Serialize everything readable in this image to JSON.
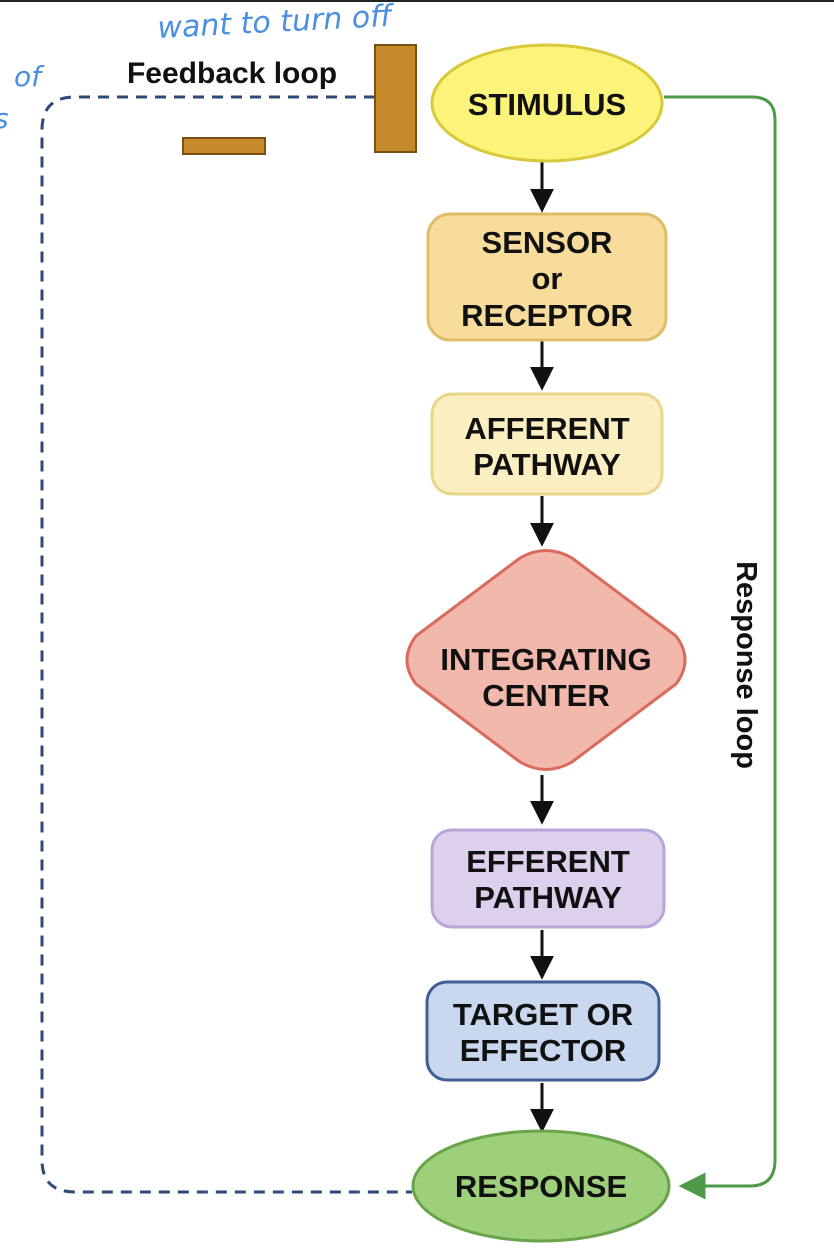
{
  "colors": {
    "stimulus_fill": "#fcf37a",
    "stimulus_stroke": "#d8c93a",
    "sensor_fill": "#f8dc9c",
    "sensor_stroke": "#e0bc6a",
    "afferent_fill": "#fbefc2",
    "afferent_stroke": "#e8d68a",
    "integrating_fill": "#f2b8ab",
    "integrating_stroke": "#d86b5c",
    "efferent_fill": "#dcd0ec",
    "efferent_stroke": "#b8a6d6",
    "target_fill": "#c9d8ee",
    "target_stroke": "#3f5f96",
    "response_fill": "#9ed07c",
    "response_stroke": "#6aa44a",
    "feedback_line": "#2e4a78",
    "response_loop_line": "#4e9a4a",
    "block": "#c78a2a",
    "block_stroke": "#7a5110",
    "handwriting": "#4a8fe0"
  },
  "nodes": {
    "stimulus": "STIMULUS",
    "sensor": [
      "SENSOR",
      "or",
      "RECEPTOR"
    ],
    "afferent": [
      "AFFERENT",
      "PATHWAY"
    ],
    "integrating": [
      "INTEGRATING",
      "CENTER"
    ],
    "efferent": [
      "EFFERENT",
      "PATHWAY"
    ],
    "target": [
      "TARGET OR",
      "EFFECTOR"
    ],
    "response": "RESPONSE"
  },
  "labels": {
    "feedback_loop": "Feedback loop",
    "response_loop": "Response loop"
  },
  "annotations": {
    "handwritten_top": "want to turn off",
    "handwritten_left_1": "of",
    "handwritten_left_2": "s"
  }
}
